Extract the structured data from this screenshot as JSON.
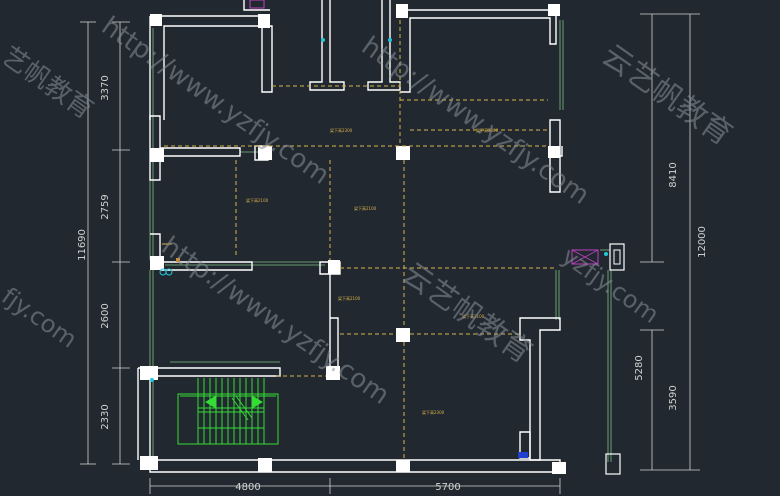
{
  "dimensions": {
    "left_total": "11690",
    "left_segments": [
      "3370",
      "2759",
      "2600",
      "2330"
    ],
    "right_total": "12000",
    "right_upper": "8410",
    "right_lower_a": "5280",
    "right_lower_b": "3590",
    "bottom_left": "4800",
    "bottom_right": "5700"
  },
  "watermarks": {
    "url": "http://www.yzfjy.com",
    "brand": "云艺帆教育",
    "url_fragment_a": "yzfjy.com",
    "url_fragment_b": "fjy.com",
    "brand_fragment": "艺帆教育"
  },
  "beam_labels": [
    "梁下高2300",
    "梁下高2300",
    "梁下高2100",
    "梁下高2100",
    "梁下高2100",
    "梁下高2100",
    "梁下高2300"
  ],
  "colors": {
    "background": "#212830",
    "wall": "#ffffff",
    "beam": "#d8b24a",
    "stair": "#33dd33",
    "window": "#7fbf7f",
    "dimension": "#cfd3cf",
    "accent_cyan": "#22c8d8",
    "accent_magenta": "#c040c0"
  }
}
